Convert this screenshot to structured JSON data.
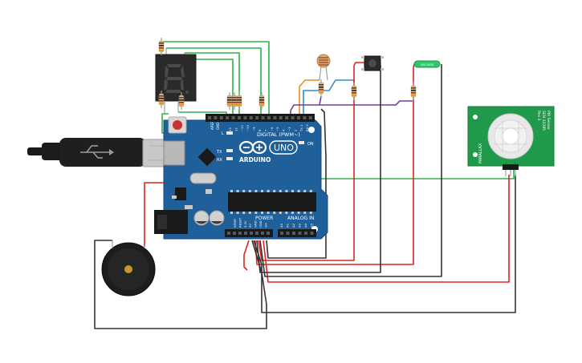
{
  "arduino": {
    "brand_label": "ARDUINO",
    "model_label": "UNO",
    "digital_label": "DIGITAL (PWM~)",
    "power_label": "POWER",
    "analog_label": "ANALOG IN",
    "tx_label": "TX",
    "rx_label": "RX",
    "l_label": "L",
    "on_label": "ON",
    "aref_label": "AREF",
    "gnd_label": "GND",
    "digital_pins": [
      "13",
      "12",
      "~11",
      "~10",
      "~9",
      "8",
      "7",
      "~6",
      "~5",
      "4",
      "~3",
      "2",
      "TX 1",
      "RX 0"
    ],
    "power_pins": [
      "IOREF",
      "RESET",
      "3.3V",
      "5V",
      "GND",
      "GND",
      "Vin"
    ],
    "analog_pins": [
      "A0",
      "A1",
      "A2",
      "A3",
      "A4",
      "A5"
    ]
  },
  "seven_segment": {
    "digit": "8."
  },
  "pir_sensor": {
    "title": "PIR Sensor",
    "model": "SEN-13285",
    "rev": "Rev 4",
    "side_label": "PARALLAX"
  },
  "tilt_sensor": {
    "label": "SW-200D"
  },
  "colors": {
    "board": "#1f5f9a",
    "wire_green": "#2db34a",
    "wire_red": "#e02424",
    "wire_black": "#333333",
    "wire_purple": "#7a3a9a",
    "wire_blue": "#2d8fd0",
    "wire_orange": "#f08a18",
    "pir_pcb": "#1e9a4a"
  }
}
